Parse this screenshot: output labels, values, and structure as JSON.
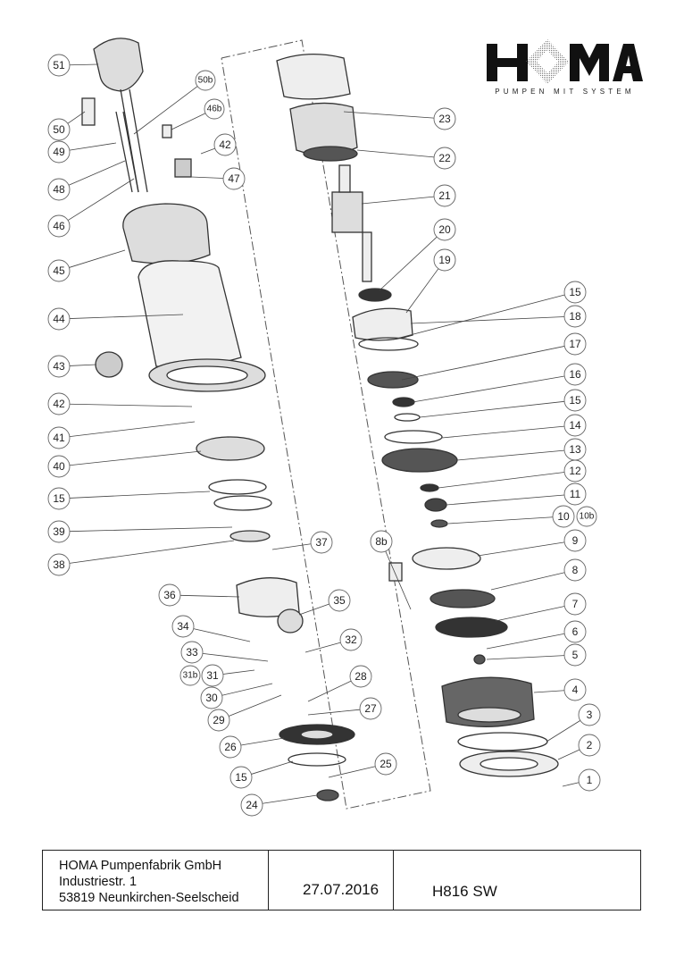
{
  "brand": {
    "logo_text": "HOMA",
    "tagline": "PUMPEN MIT SYSTEM"
  },
  "footer": {
    "company": "HOMA Pumpenfabrik GmbH",
    "street": "Industriestr. 1",
    "city": "53819 Neunkirchen-Seelscheid",
    "date": "27.07.2016",
    "model": "H816 SW"
  },
  "callouts": [
    "51",
    "50b",
    "46b",
    "50",
    "49",
    "42",
    "47",
    "48",
    "46",
    "45",
    "44",
    "43",
    "42",
    "41",
    "40",
    "15",
    "39",
    "38",
    "37",
    "36",
    "35",
    "34",
    "33",
    "32",
    "31b",
    "31",
    "30",
    "29",
    "28",
    "27",
    "26",
    "25",
    "15",
    "24",
    "8b",
    "23",
    "22",
    "21",
    "20",
    "19",
    "15",
    "18",
    "17",
    "16",
    "15",
    "14",
    "13",
    "12",
    "11",
    "10",
    "10b",
    "9",
    "8",
    "7",
    "6",
    "5",
    "4",
    "3",
    "2",
    "1"
  ],
  "colors": {
    "line": "#333333",
    "ink": "#222222"
  }
}
